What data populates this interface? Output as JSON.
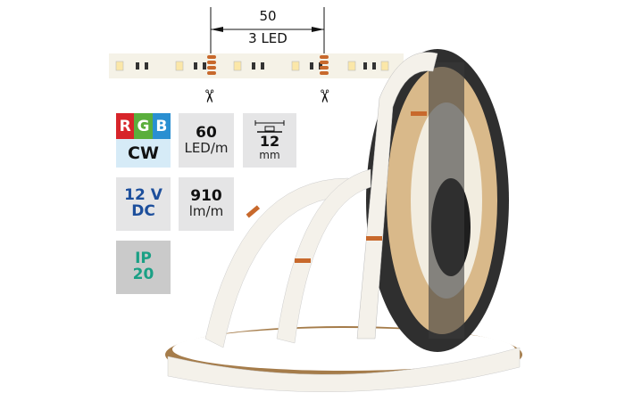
{
  "dimension": {
    "length": "50",
    "leds": "3 LED"
  },
  "specs": {
    "color": {
      "r": "R",
      "g": "G",
      "b": "B",
      "white": "CW",
      "colors": {
        "r": "#d7242a",
        "g": "#5aae3c",
        "b": "#2a8fd1",
        "cw_bg": "#d6ebf7"
      }
    },
    "density": {
      "value": "60",
      "unit": "LED/m"
    },
    "width": {
      "value": "12",
      "unit": "mm"
    },
    "voltage": {
      "value": "12 V",
      "unit": "DC",
      "color": "#1d4f9c"
    },
    "flux": {
      "value": "910",
      "unit": "lm/m"
    },
    "ip": {
      "label": "IP",
      "value": "20",
      "color": "#1aa085"
    }
  },
  "icons": [
    "scissors-icon",
    "width-dimension-icon"
  ]
}
